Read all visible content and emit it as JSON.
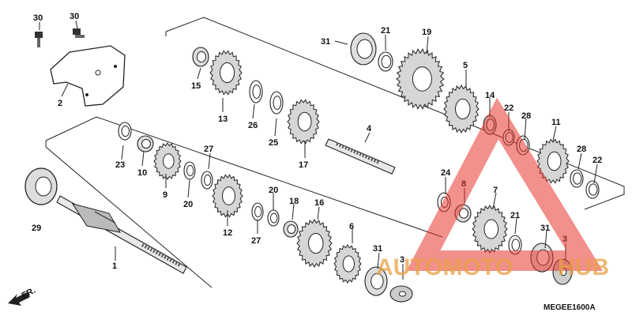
{
  "diagram": {
    "code": "MEGEE1600A",
    "direction_marker": "FR.",
    "watermark": {
      "part1": "AUTOMOTO",
      "part2": "HUB",
      "color_main": "#e8a046",
      "color_accent": "#e8352b"
    },
    "callouts": [
      {
        "id": "c30a",
        "text": "30"
      },
      {
        "id": "c30b",
        "text": "30"
      },
      {
        "id": "c2",
        "text": "2"
      },
      {
        "id": "c31a",
        "text": "31"
      },
      {
        "id": "c21a",
        "text": "21"
      },
      {
        "id": "c19",
        "text": "19"
      },
      {
        "id": "c15",
        "text": "15"
      },
      {
        "id": "c13",
        "text": "13"
      },
      {
        "id": "c26",
        "text": "26"
      },
      {
        "id": "c25",
        "text": "25"
      },
      {
        "id": "c17",
        "text": "17"
      },
      {
        "id": "c5",
        "text": "5"
      },
      {
        "id": "c14",
        "text": "14"
      },
      {
        "id": "c22a",
        "text": "22"
      },
      {
        "id": "c28a",
        "text": "28"
      },
      {
        "id": "c11",
        "text": "11"
      },
      {
        "id": "c28b",
        "text": "28"
      },
      {
        "id": "c22b",
        "text": "22"
      },
      {
        "id": "c4",
        "text": "4"
      },
      {
        "id": "c23",
        "text": "23"
      },
      {
        "id": "c10",
        "text": "10"
      },
      {
        "id": "c9",
        "text": "9"
      },
      {
        "id": "c27a",
        "text": "27"
      },
      {
        "id": "c20a",
        "text": "20"
      },
      {
        "id": "c29",
        "text": "29"
      },
      {
        "id": "c12",
        "text": "12"
      },
      {
        "id": "c20b",
        "text": "20"
      },
      {
        "id": "c27b",
        "text": "27"
      },
      {
        "id": "c18",
        "text": "18"
      },
      {
        "id": "c16",
        "text": "16"
      },
      {
        "id": "c24",
        "text": "24"
      },
      {
        "id": "c8",
        "text": "8"
      },
      {
        "id": "c7",
        "text": "7"
      },
      {
        "id": "c21b",
        "text": "21"
      },
      {
        "id": "c6",
        "text": "6"
      },
      {
        "id": "c31b",
        "text": "31"
      },
      {
        "id": "c31c",
        "text": "31"
      },
      {
        "id": "c3a",
        "text": "3"
      },
      {
        "id": "c3b",
        "text": "3"
      },
      {
        "id": "c1",
        "text": "1"
      }
    ]
  }
}
